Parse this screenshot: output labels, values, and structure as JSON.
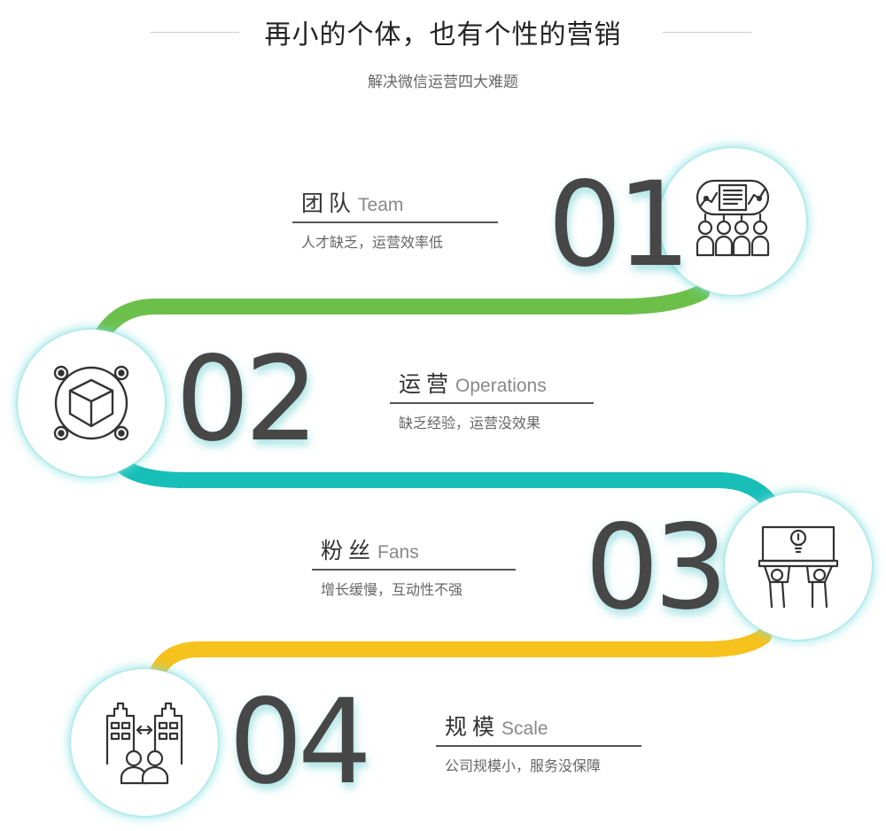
{
  "header": {
    "title": "再小的个体，也有个性的营销",
    "subtitle": "解决微信运营四大难题"
  },
  "colors": {
    "green": "#6cc04a",
    "teal": "#17bfb8",
    "yellow": "#f6c21d",
    "number": "#474747"
  },
  "steps": [
    {
      "number": "01",
      "title_zh": "团队",
      "title_en": "Team",
      "desc": "人才缺乏，运营效率低",
      "icon": "team-presentation-icon"
    },
    {
      "number": "02",
      "title_zh": "运营",
      "title_en": "Operations",
      "desc": "缺乏经验，运营没效果",
      "icon": "cube-network-icon"
    },
    {
      "number": "03",
      "title_zh": "粉丝",
      "title_en": "Fans",
      "desc": "增长缓慢，互动性不强",
      "icon": "people-holding-idea-icon"
    },
    {
      "number": "04",
      "title_zh": "规模",
      "title_en": "Scale",
      "desc": "公司规模小，服务没保障",
      "icon": "buildings-people-icon"
    }
  ]
}
